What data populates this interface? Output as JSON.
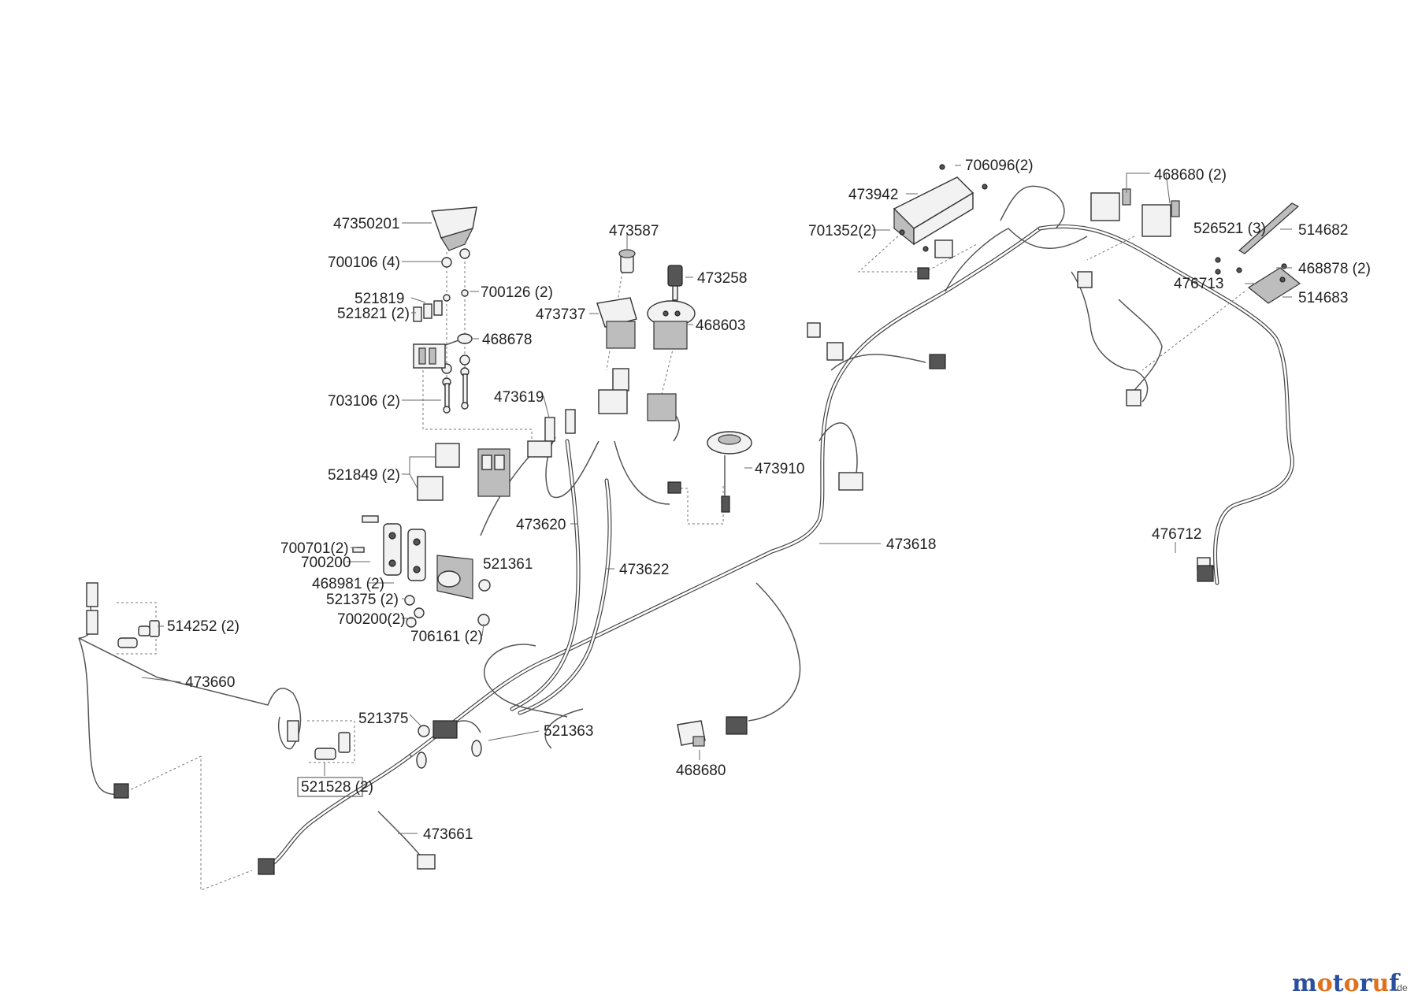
{
  "labels": {
    "l47350201": "47350201",
    "l700106": "700106 (4)",
    "l521819": "521819",
    "l521821": "521821 (2)",
    "l700126": "700126 (2)",
    "l468678": "468678",
    "l703106": "703106 (2)",
    "l473587": "473587",
    "l473258": "473258",
    "l473737": "473737",
    "l468603": "468603",
    "l473619": "473619",
    "l521849": "521849 (2)",
    "l473910": "473910",
    "l473620": "473620",
    "l700701": "700701(2)",
    "l700200a": "700200",
    "l521361": "521361",
    "l468981": "468981 (2)",
    "l521375a": "521375 (2)",
    "l700200b": "700200(2)",
    "l706161": "706161 (2)",
    "l473622": "473622",
    "l473618": "473618",
    "l514252": "514252 (2)",
    "l473660": "473660",
    "l521375b": "521375",
    "l521363": "521363",
    "l521528": "521528 (2)",
    "l473661": "473661",
    "l468680b": "468680",
    "l473942": "473942",
    "l706096": "706096(2)",
    "l701352": "701352(2)",
    "l468680a": "468680 (2)",
    "l526521": "526521 (3)",
    "l514682": "514682",
    "l468878": "468878 (2)",
    "l476713": "476713",
    "l514683": "514683",
    "l476712": "476712"
  },
  "logo": {
    "text": "motoruf",
    "suffix": ".de",
    "colors": [
      "#2a4f9e",
      "#e0701c",
      "#2a4f9e",
      "#e0701c",
      "#2a4f9e",
      "#e0701c",
      "#2a4f9e"
    ]
  }
}
